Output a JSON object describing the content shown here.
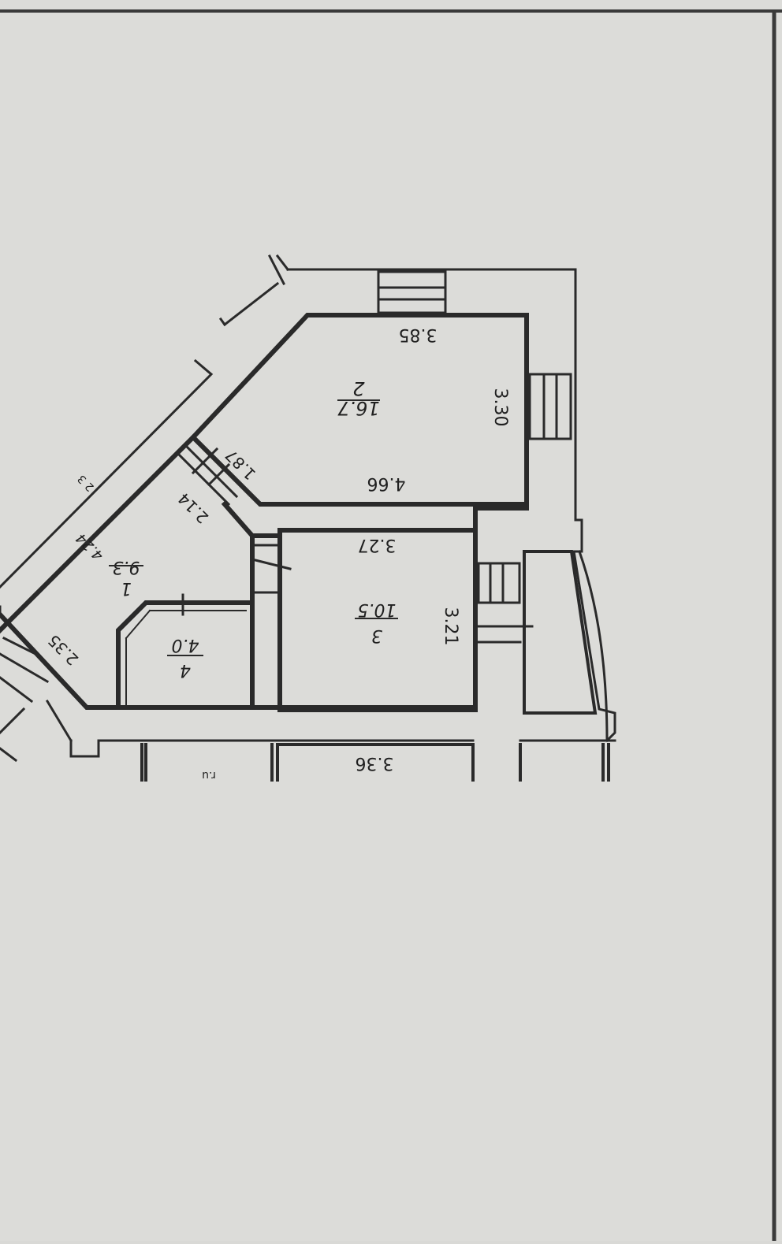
{
  "plan": {
    "colors": {
      "paper": "#dcdcd9",
      "ink": "#2a2a2a",
      "frame": "#3a3a3a"
    },
    "rooms": [
      {
        "id": "room-2",
        "number": "2",
        "area": "16.7"
      },
      {
        "id": "room-3",
        "number": "3",
        "area": "10.5"
      },
      {
        "id": "room-1",
        "number": "1",
        "area": "9.3"
      },
      {
        "id": "room-4",
        "number": "4",
        "area": "4.0"
      }
    ],
    "dimensions": {
      "room2_top": "3.85",
      "room2_side": "3.30",
      "room2_bottom": "4.66",
      "room2_diag": "1.87",
      "room1_diag": "2.14",
      "room1_long": "4.24",
      "room1_entry": "2.35",
      "room3_top": "3.27",
      "room3_side": "3.21",
      "outer_bottom": "3.36",
      "outer_diag_mark": "2 3",
      "outer_bottom_mark": "r.u"
    }
  }
}
